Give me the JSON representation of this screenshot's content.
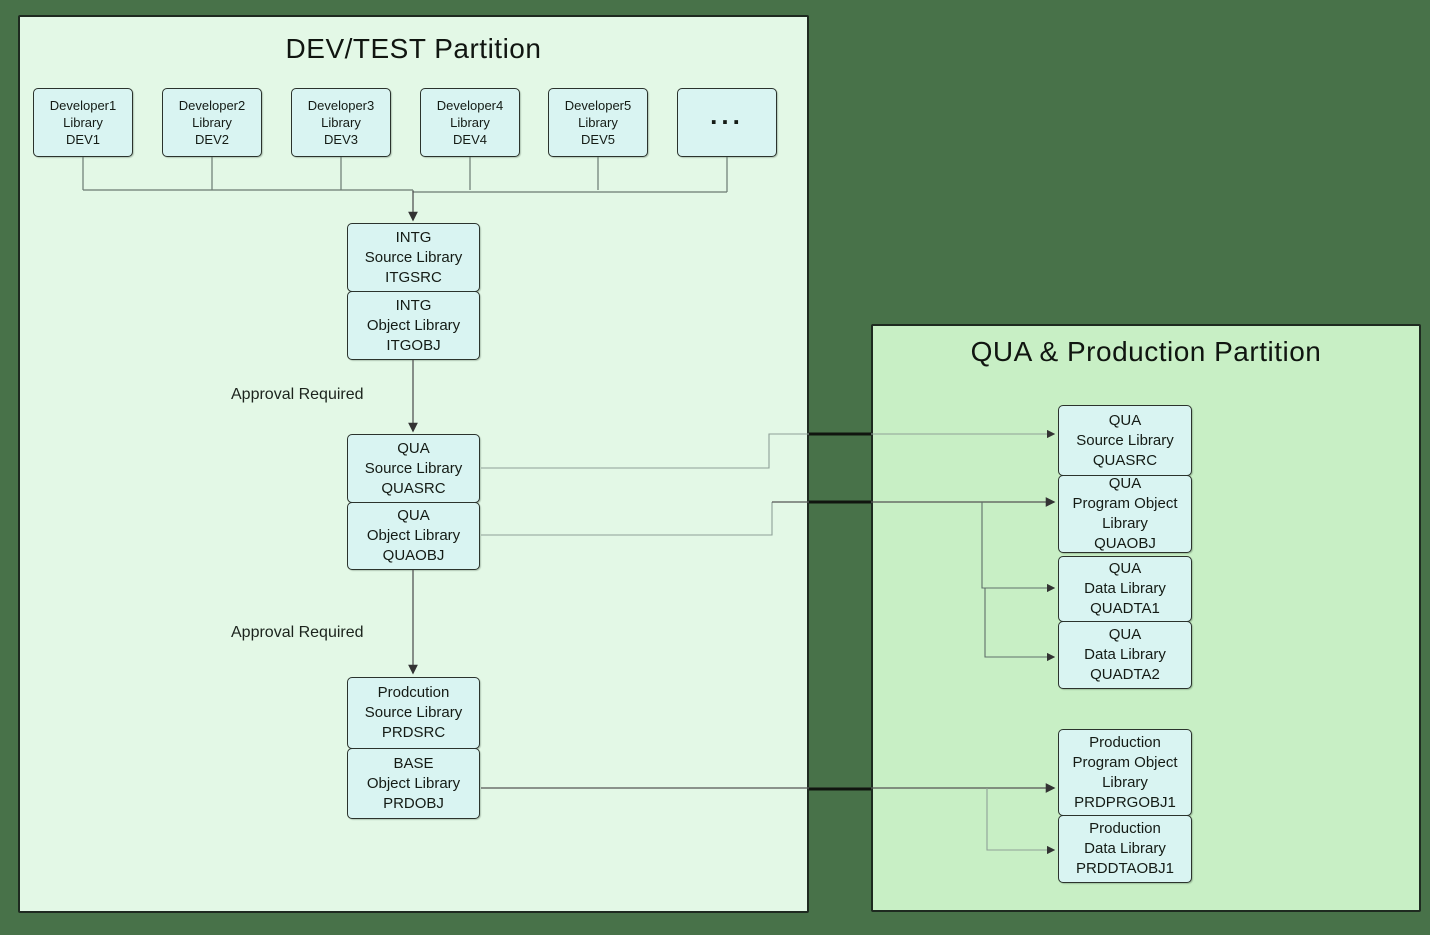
{
  "diagram": {
    "left_partition": {
      "title": "DEV/TEST Partition",
      "nodes": {
        "dev1": {
          "label": "Developer1\nLibrary\nDEV1"
        },
        "dev2": {
          "label": "Developer2\nLibrary\nDEV2"
        },
        "dev3": {
          "label": "Developer3\nLibrary\nDEV3"
        },
        "dev4": {
          "label": "Developer4\nLibrary\nDEV4"
        },
        "dev5": {
          "label": "Developer5\nLibrary\nDEV5"
        },
        "dev_more": {
          "label": "..."
        },
        "intg_source": {
          "label": "INTG\nSource Library\nITGSRC"
        },
        "intg_object": {
          "label": "INTG\nObject Library\nITGOBJ"
        },
        "qua_source": {
          "label": "QUA\nSource Library\nQUASRC"
        },
        "qua_object": {
          "label": "QUA\nObject Library\nQUAOBJ"
        },
        "prod_source": {
          "label": "Prodcution\nSource Library\nPRDSRC"
        },
        "base_object": {
          "label": "BASE\nObject Library\nPRDOBJ"
        }
      },
      "edge_labels": {
        "approval_1": "Approval Required",
        "approval_2": "Approval Required"
      }
    },
    "right_partition": {
      "title": "QUA & Production Partition",
      "nodes": {
        "qua_source": {
          "label": "QUA\nSource Library\nQUASRC"
        },
        "qua_program_object": {
          "label": "QUA\nProgram Object\nLibrary\nQUAOBJ"
        },
        "qua_data_1": {
          "label": "QUA\nData Library\nQUADTA1"
        },
        "qua_data_2": {
          "label": "QUA\nData Library\nQUADTA2"
        },
        "prod_program_object": {
          "label": "Production\nProgram Object\nLibrary\nPRDPRGOBJ1"
        },
        "prod_data": {
          "label": "Production\nData Library\nPRDDTAOBJ1"
        }
      }
    },
    "colors": {
      "canvas_bg": "#487249",
      "left_panel_bg": "#e3f8e6",
      "right_panel_bg": "#c8efc5",
      "node_fill": "#d9f4f2",
      "node_border": "#2b332d",
      "connector_light": "#8fa098",
      "connector_dark": "#555555",
      "connector_gap": "#10150f",
      "arrowhead": "#333333"
    }
  }
}
